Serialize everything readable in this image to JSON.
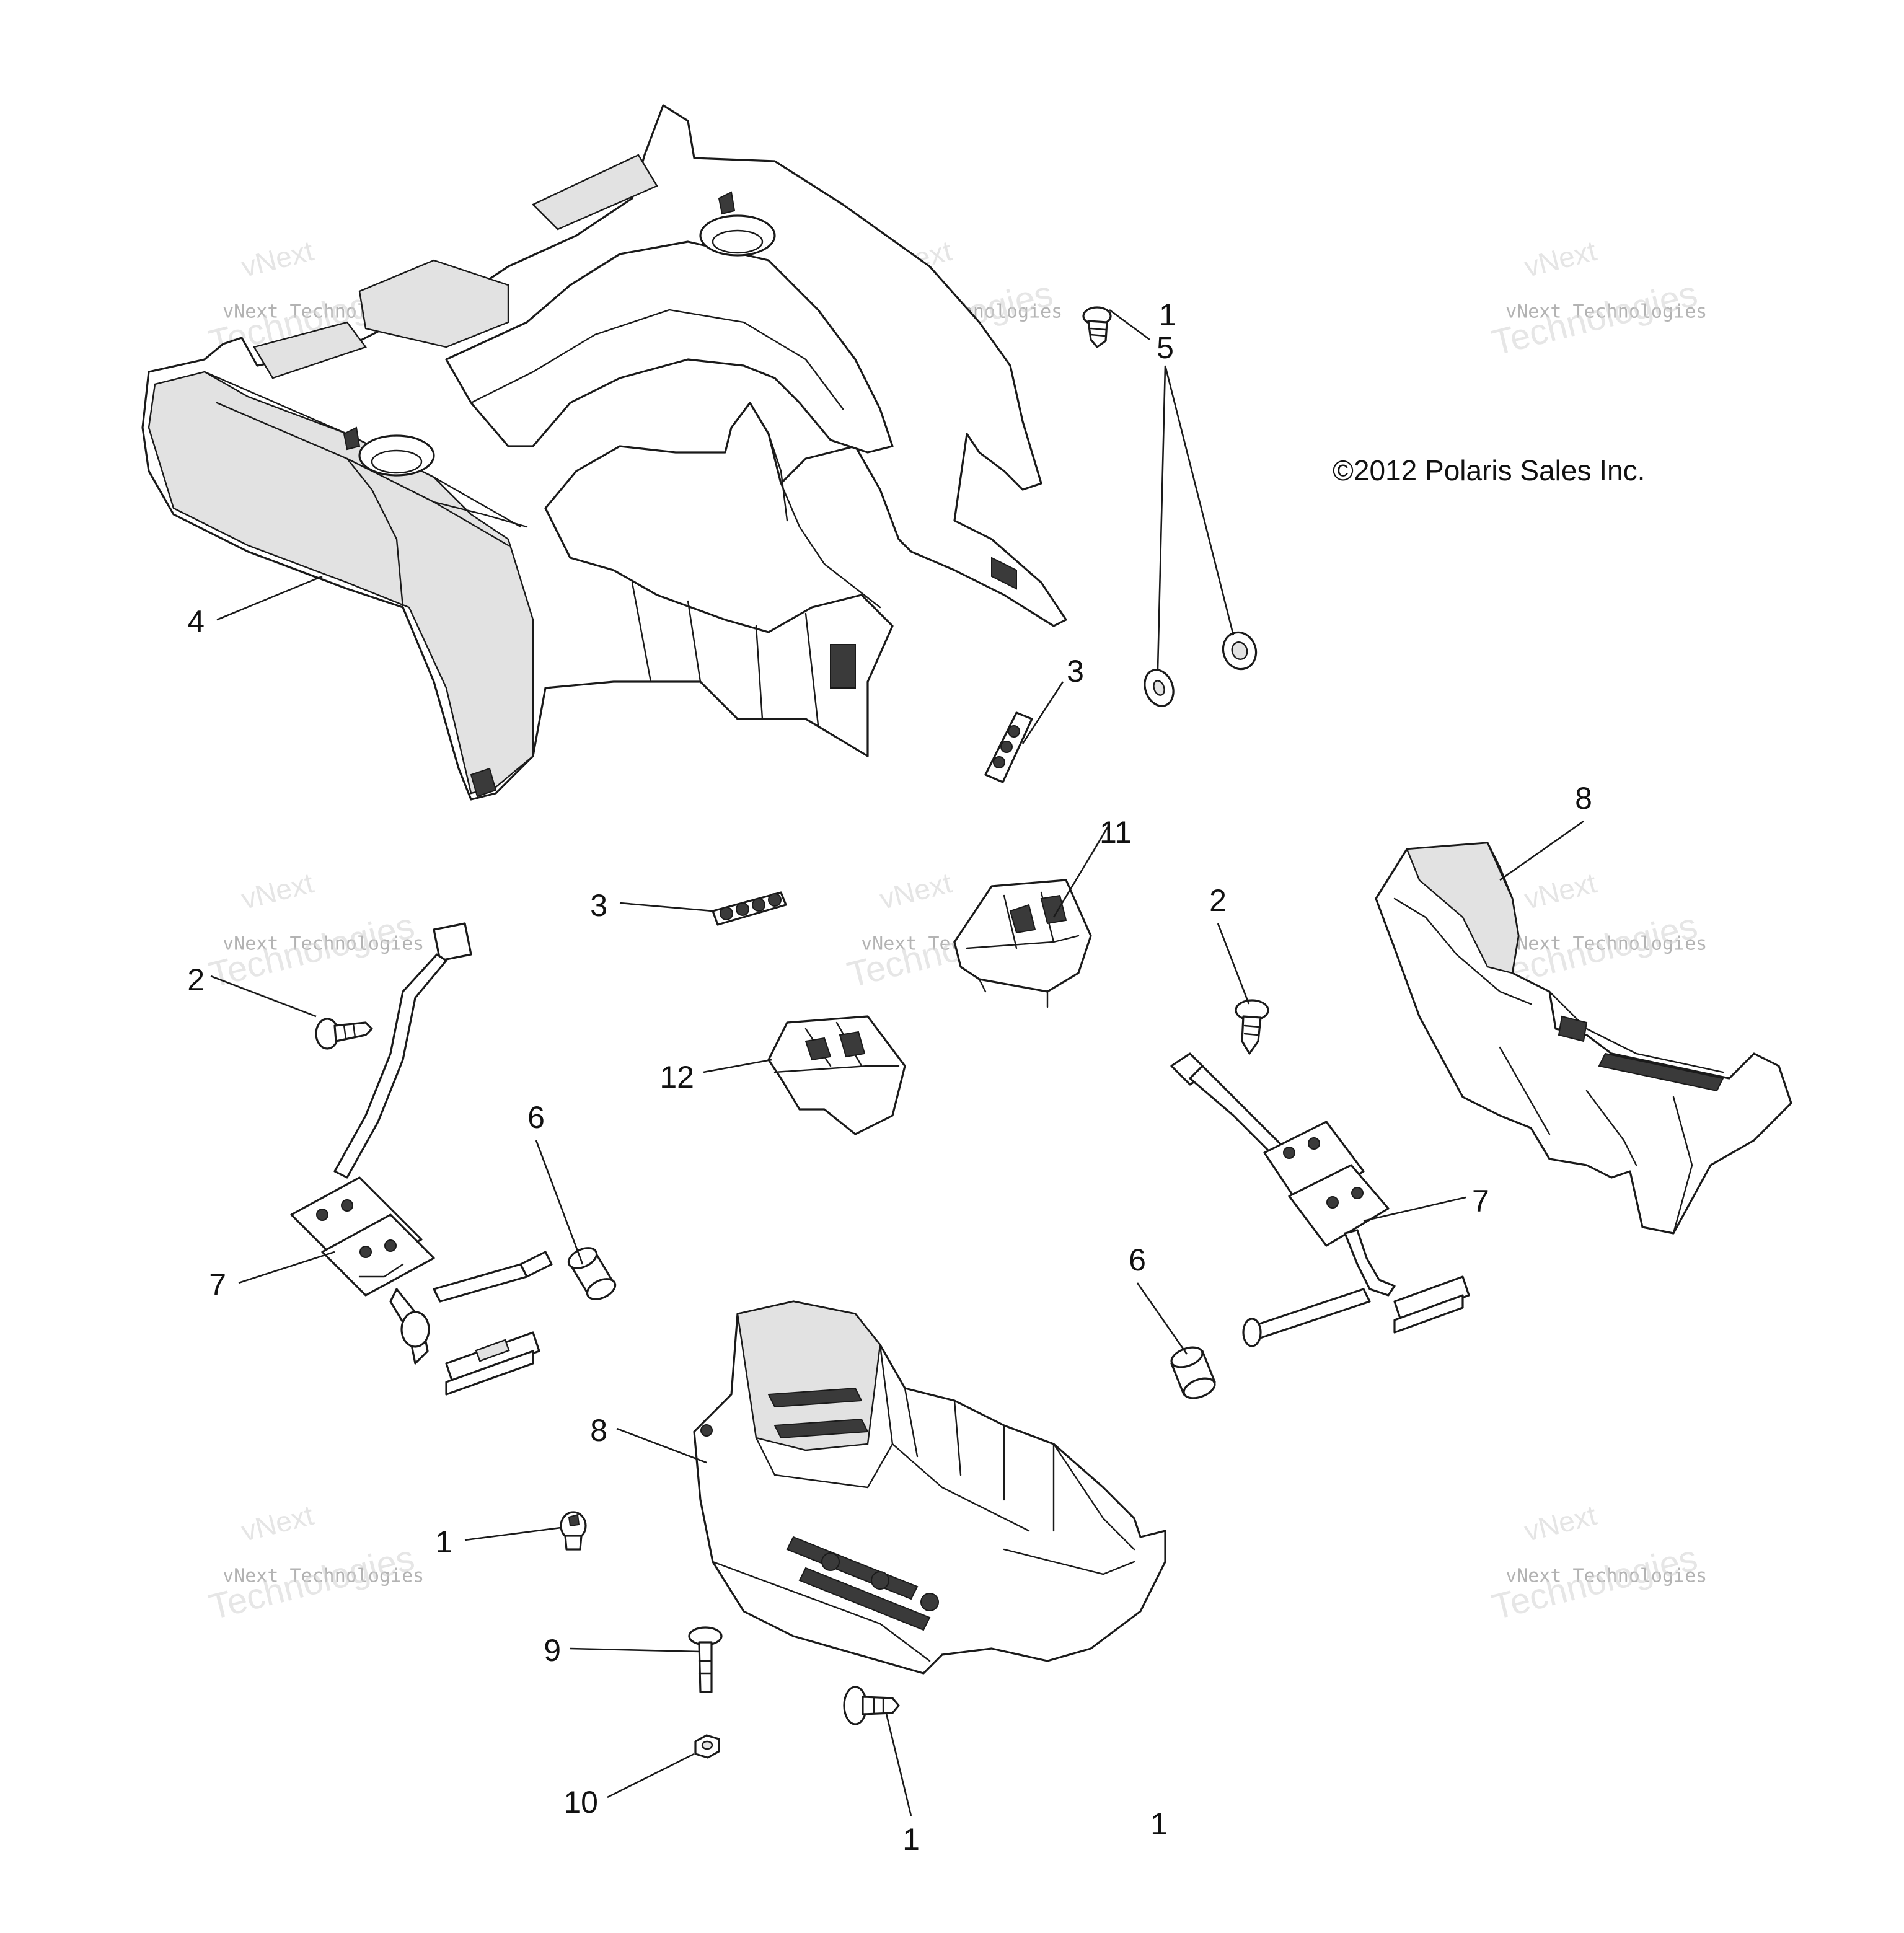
{
  "diagram": {
    "copyright": "©2012 Polaris Sales Inc.",
    "watermark": {
      "line1": "vNext",
      "line2": "vNext Technologies",
      "line3": "Technologies"
    },
    "callouts": [
      "1",
      "1",
      "1",
      "1",
      "2",
      "2",
      "3",
      "3",
      "4",
      "5",
      "6",
      "6",
      "7",
      "7",
      "8",
      "8",
      "9",
      "10",
      "11",
      "12"
    ]
  }
}
